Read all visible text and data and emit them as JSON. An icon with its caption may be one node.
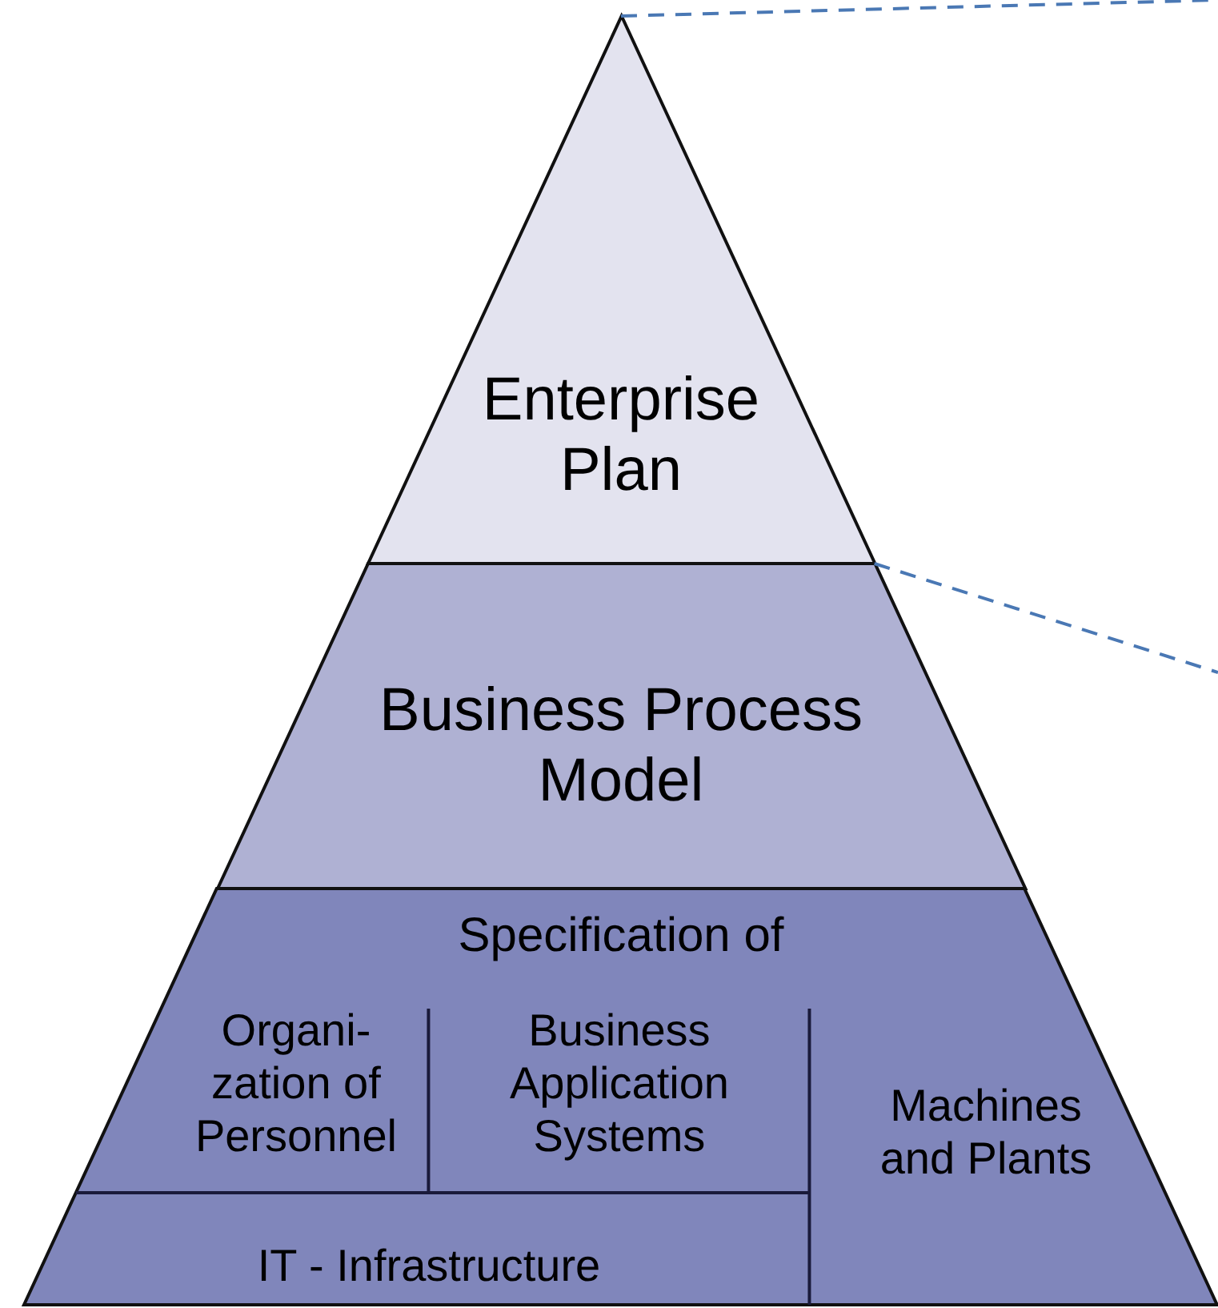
{
  "diagram": {
    "nodes": [
      {
        "text": [
          "Enterprise Plan"
        ]
      },
      {
        "text": [
          "Business Process Model"
        ]
      },
      {
        "text": [
          "Specification of"
        ]
      },
      {
        "text": [
          "Organi- zation of Personnel"
        ],
        "in": 2
      },
      {
        "text": [
          "Business Application Systems"
        ],
        "in": 2
      },
      {
        "text": [
          "Machines and Plants"
        ],
        "in": 2
      },
      {
        "text": [
          "IT - Infrastructure"
        ],
        "in": 2
      }
    ],
    "edges": [
      {
        "from": 0,
        "to": null,
        "arrow": "none",
        "style": "dashed"
      },
      {
        "from": 1,
        "to": null,
        "arrow": "none",
        "style": "dashed"
      }
    ]
  }
}
